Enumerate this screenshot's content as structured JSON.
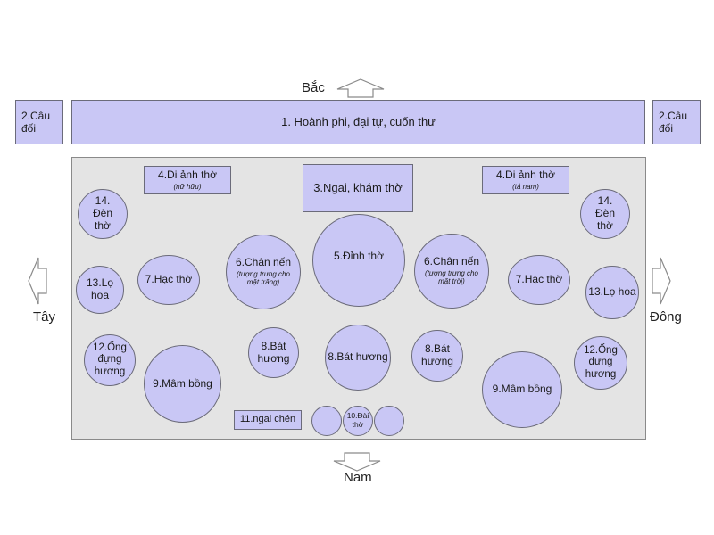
{
  "directions": {
    "north": "Bắc",
    "south": "Nam",
    "west": "Tây",
    "east": "Đông"
  },
  "top": {
    "couplet_left": "2.Câu đối",
    "plaque": "1. Hoành phi, đại tự, cuốn thư",
    "couplet_right": "2.Câu đối"
  },
  "altar": {
    "portrait_left": {
      "label": "4.Di ảnh thờ",
      "note": "(nữ hữu)"
    },
    "palanquin": "3.Ngai, khám thờ",
    "portrait_right": {
      "label": "4.Di ảnh thờ",
      "note": "(tả nam)"
    },
    "lamp_left": "14. Đèn thờ",
    "lamp_right": "14. Đèn thờ",
    "crane_left": "7.Hạc thờ",
    "crane_right": "7.Hạc thờ",
    "candle_left": {
      "label": "6.Chân nến",
      "note": "(tượng trưng cho mặt trăng)"
    },
    "candle_right": {
      "label": "6.Chân nến",
      "note": "(tượng trưng cho mặt trời)"
    },
    "tripod": "5.Đỉnh thờ",
    "vase_left": "13.Lọ hoa",
    "vase_right": "13.Lọ hoa",
    "incense_tube_left": "12.Ống đựng hương",
    "incense_tube_right": "12.Ống đựng hương",
    "tray_left": "9.Mâm bồng",
    "tray_right": "9.Mâm bồng",
    "bowl_left": "8.Bát hương",
    "bowl_center": "8.Bát hương",
    "bowl_right": "8.Bát hương",
    "cup_stand": "11.ngai chén",
    "offering_cups": "10.Đài thờ"
  }
}
